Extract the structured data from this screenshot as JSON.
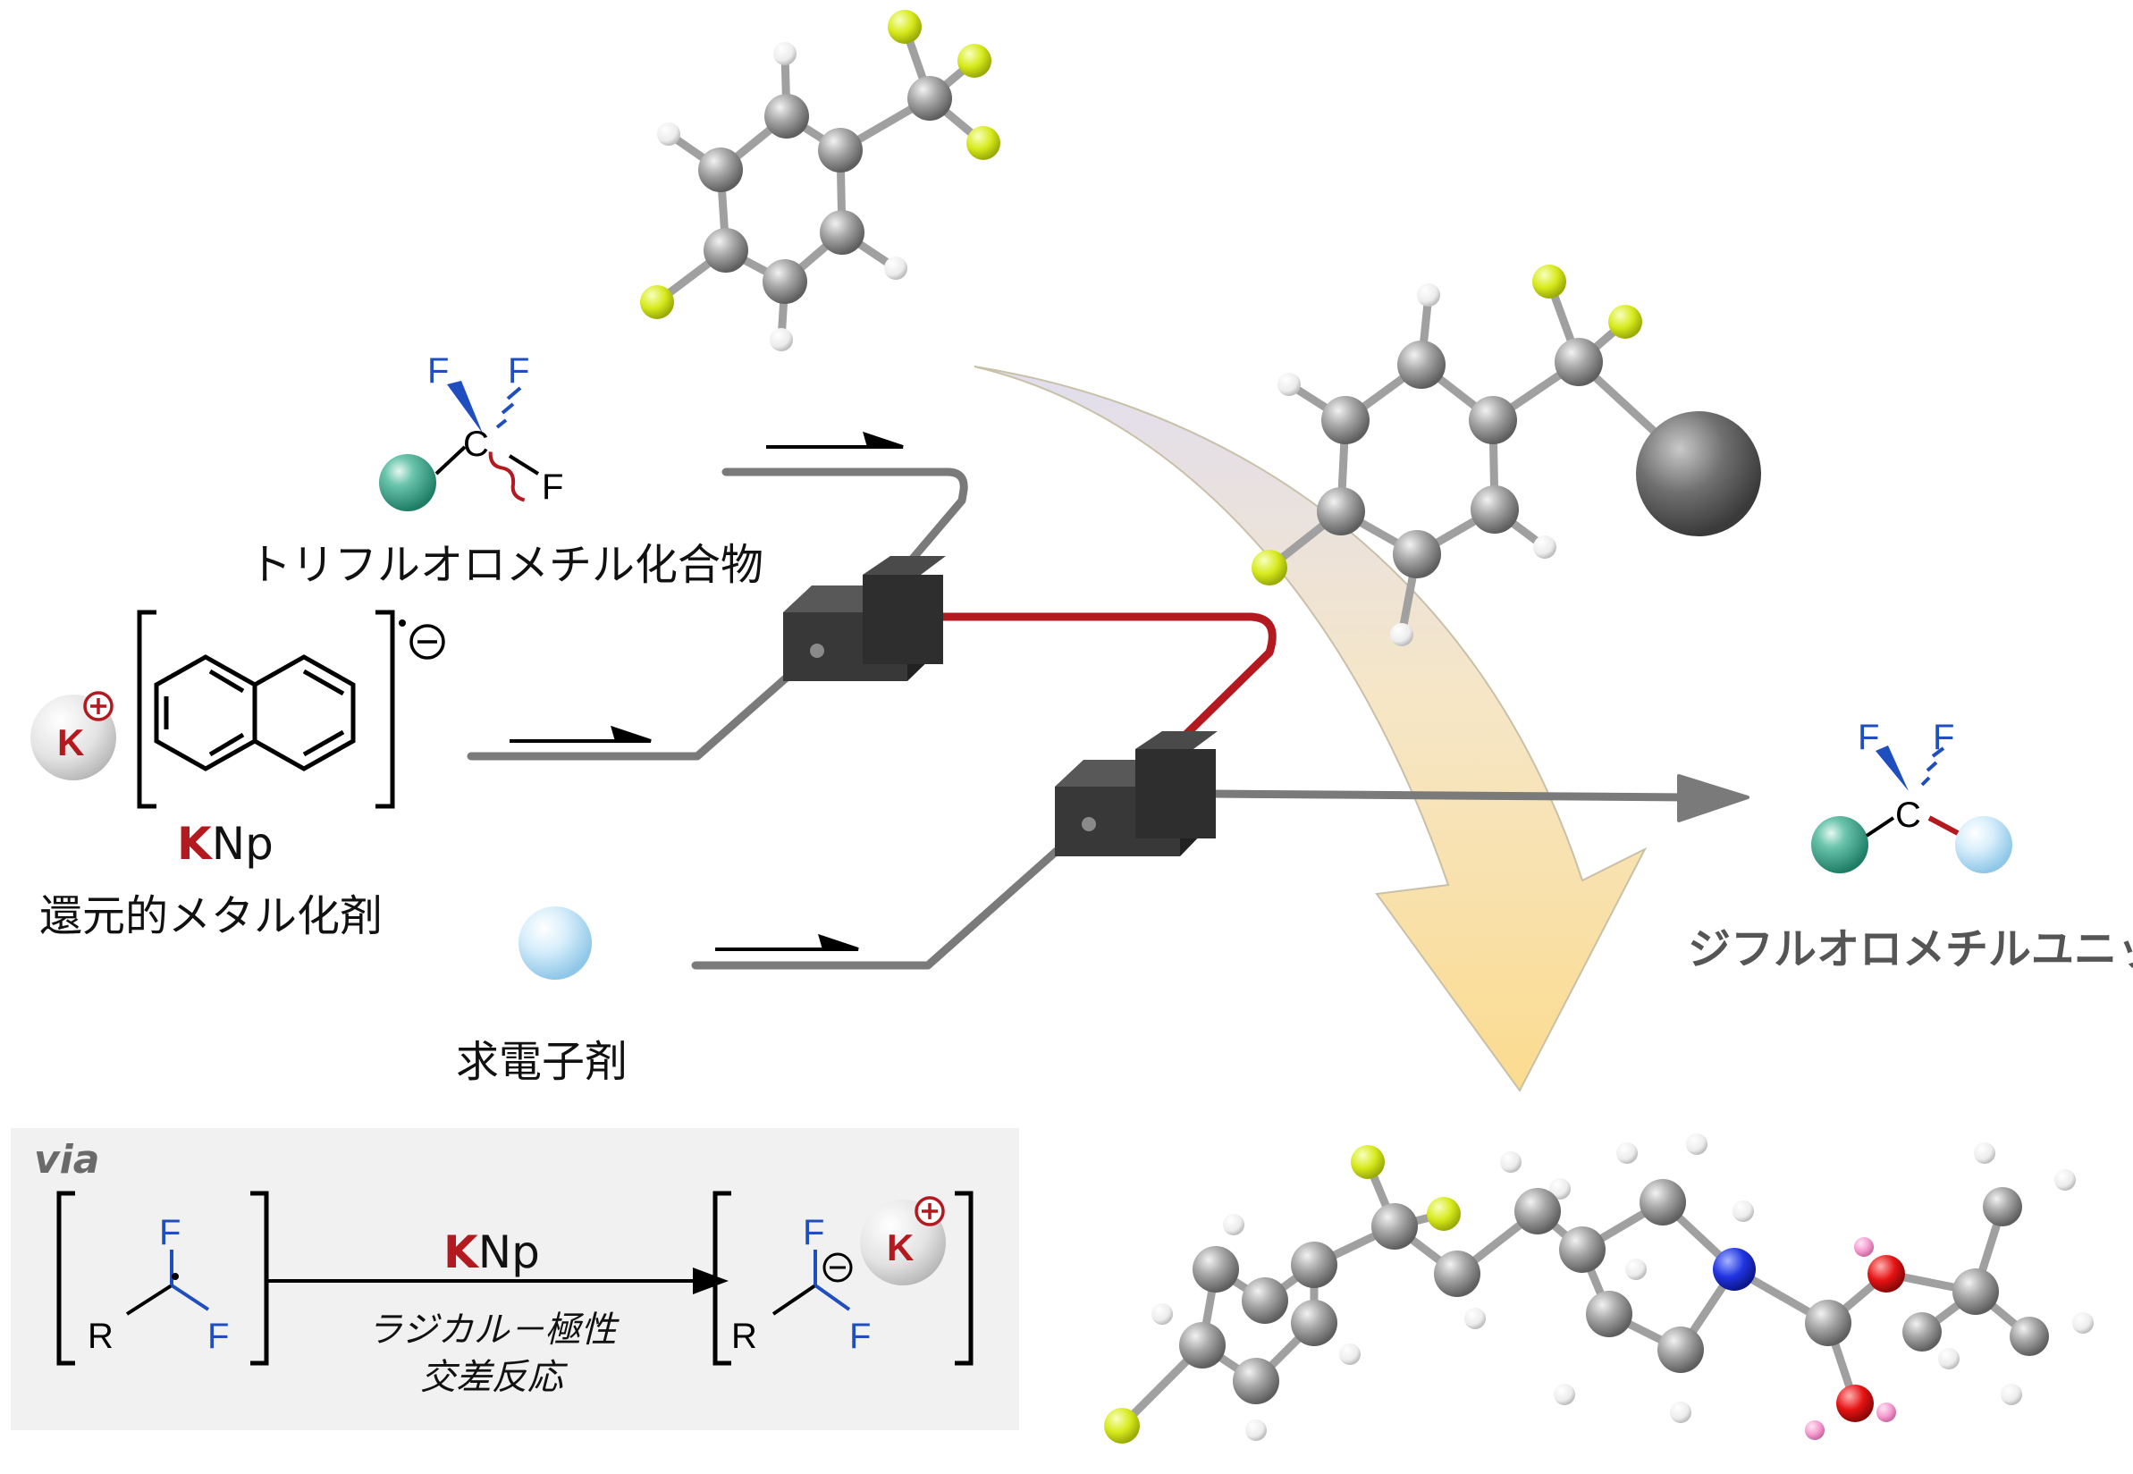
{
  "labels": {
    "trifluoromethyl_compound": "トリフルオロメチル化合物",
    "reducing_agent_name": "Np",
    "reducing_agent_name_K": "K",
    "reducing_agent_desc": "還元的メタル化剤",
    "electrophile": "求電子剤",
    "difluoromethyl_unit": "ジフルオロメチルユニット"
  },
  "via_box": {
    "via": "via",
    "reagent_K": "K",
    "reagent_rest": "Np",
    "arrow_text_line1": "ラジカル－極性",
    "arrow_text_line2": "交差反応"
  },
  "atoms": {
    "F": "F",
    "C": "C",
    "R": "R",
    "K": "K"
  },
  "colors": {
    "potassium_red": "#b3191f",
    "fluorine_blue": "#1f4fbf",
    "teal_sphere": "#2e9e86",
    "light_blue_sphere": "#bfe3f7",
    "flow_line": "#7a7a7a",
    "red_line": "#b3191f",
    "mixer_block": "#3a3a3a",
    "fluorine_atom_yellow": "#d7ea1c",
    "carbon_gray": "#9a9a9a"
  },
  "icons": {
    "mixer": "t-mixer-block",
    "molecule": "ball-and-stick-model",
    "bond_cleavage": "wavy-bond-icon",
    "radical_anion": "dot-minus-icon",
    "cation": "circled-plus-icon"
  }
}
